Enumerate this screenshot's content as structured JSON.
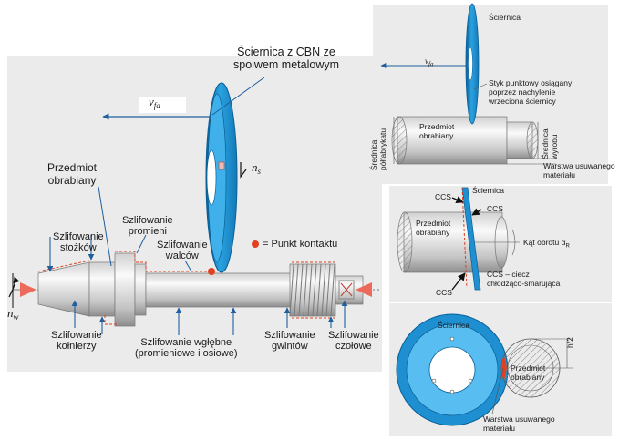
{
  "main": {
    "wheel_title": "Ściernica z CBN ze\nspoiwem metalowym",
    "feed_symbol": "v",
    "feed_sub": "fa",
    "ns_symbol": "n",
    "ns_sub": "s",
    "nw_symbol": "n",
    "nw_sub": "w",
    "workpiece": "Przedmiot\nobrabiany",
    "radius_grinding": "Szlifowanie\npromieni",
    "taper_grinding": "Szlifowanie\nstożków",
    "cylinder_grinding": "Szlifowanie\nwalców",
    "contact_legend": "= Punkt kontaktu",
    "collar_grinding": "Szlifowanie\nkołnierzy",
    "plunge_grinding": "Szlifowanie wgłębne\n(promieniowe i osiowe)",
    "thread_grinding": "Szlifowanie\ngwintów",
    "face_grinding": "Szlifowanie\nczołowe"
  },
  "panel1": {
    "wheel": "Ściernica",
    "feed_symbol": "v",
    "feed_sub": "fa",
    "point_contact": "Styk punktowy osiągany\npoprzez nachylenie\nwrzeciona ściernicy",
    "workpiece": "Przedmiot\nobrabiany",
    "blank_diameter": "Średnica\npółfabrykatu",
    "product_diameter": "Średnica\nwyrobu",
    "removed_layer": "Warstwa usuwanego\nmateriału"
  },
  "panel2": {
    "ccs_top": "CCS",
    "wheel": "Ściernica",
    "ccs_right": "CCS",
    "workpiece": "Przedmiot\nobrabiany",
    "angle": "Kąt obrotu α",
    "angle_sub": "R",
    "ccs_bottom": "CCS",
    "coolant": "CCS – ciecz\nchłodząco-smarująca"
  },
  "panel3": {
    "wheel": "Ściernica",
    "workpiece": "Przedmiot\nobrabiany",
    "half_height": "h/2",
    "removed_layer": "Warstwa usuwanego\nmateriału"
  },
  "colors": {
    "wheel_blue": "#1e8fd0",
    "wheel_dark": "#0b5f96",
    "contact_red": "#e2401f",
    "panel_bg": "#ebebeb",
    "metal_light": "#f2f2f2",
    "metal_dark": "#9a9a9a"
  }
}
